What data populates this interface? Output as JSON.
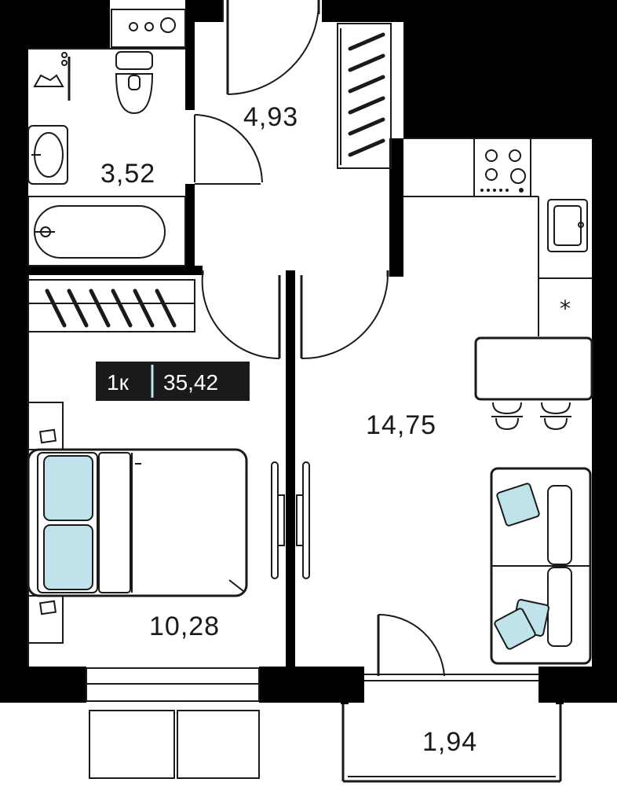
{
  "plan": {
    "rooms": [
      {
        "id": "hall",
        "area": "4,93"
      },
      {
        "id": "bathroom",
        "area": "3,52"
      },
      {
        "id": "living_kitchen",
        "area": "14,75"
      },
      {
        "id": "bedroom",
        "area": "10,28"
      },
      {
        "id": "balcony",
        "area": "1,94"
      }
    ],
    "badge": {
      "rooms": "1к",
      "total_area": "35,42"
    },
    "colors": {
      "wall": "#000000",
      "accent": "#bfe3ea",
      "line": "#1a1a1a"
    }
  }
}
